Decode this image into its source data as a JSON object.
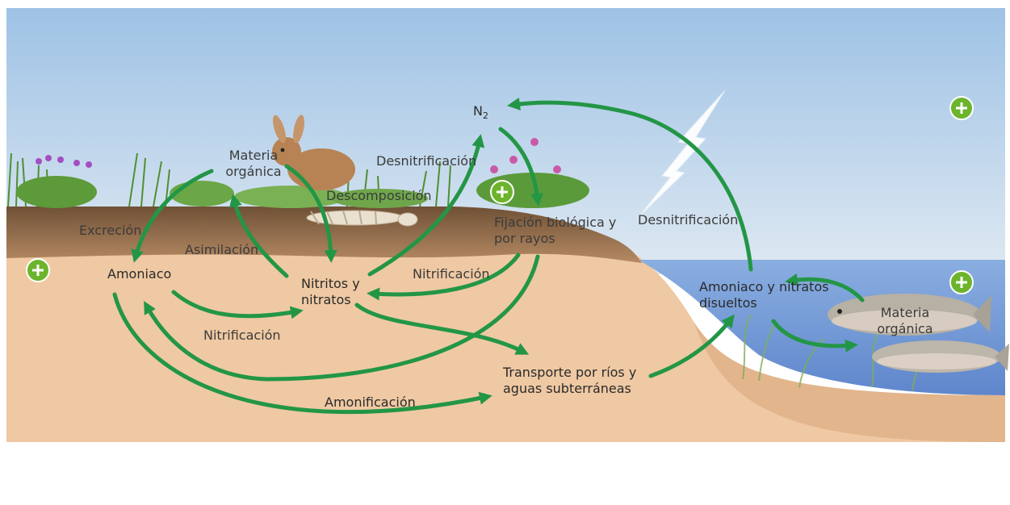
{
  "labels": {
    "n2": "N",
    "n2_sub": "2",
    "desnitrificacion_top": "Desnitrificación",
    "desnitrificacion_right": "Desnitrificación",
    "materia_organica_land": "Materia orgánica",
    "descomposicion": "Descomposición",
    "excrecion": "Excreción",
    "asimilacion": "Asimilación",
    "amoniaco": "Amoniaco",
    "nitritos_nitratos": "Nitritos y nitratos",
    "nitrificacion_right": "Nitrificación",
    "nitrificacion_bottom": "Nitrificación",
    "fijacion": "Fijación biológica y por rayos",
    "transporte": "Transporte por ríos y aguas subterráneas",
    "amonificacion": "Amonificación",
    "amoniaco_disueltos": "Amoniaco y nitratos disueltos",
    "materia_organica_water": "Materia orgánica"
  },
  "icons": {
    "plus": "plus-circle-icon",
    "rabbit": "rabbit-icon",
    "fish": "fish-icon",
    "lightning": "lightning-icon",
    "skeleton": "animal-remains-icon"
  },
  "colors": {
    "sky_top": "#9fc3e6",
    "sky_bottom": "#d9e6f2",
    "soil": "#efc9a4",
    "topsoil": "#8a6646",
    "water": "#7a9fd6",
    "arrow": "#239646",
    "plus": "#6cb42c"
  }
}
